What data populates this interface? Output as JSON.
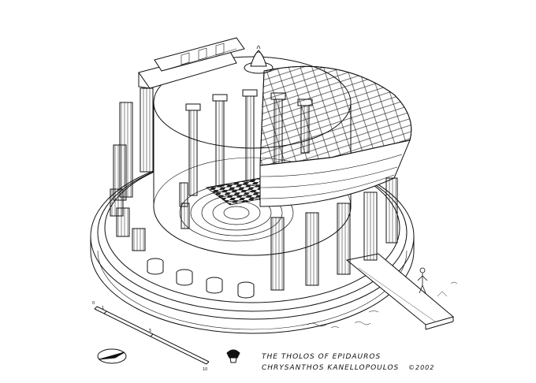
{
  "caption": {
    "title": "THE THOLOS OF EPIDAUROS",
    "author": "CHRYSANTHOS KANELLOPOULOS",
    "year": "©2002"
  },
  "scale_bar": {
    "ticks": [
      "0",
      "1",
      "5",
      "10"
    ]
  },
  "drawing": {
    "ink_color": "#111111",
    "paper_color": "#ffffff",
    "floor_pattern_dark": "#222222"
  }
}
